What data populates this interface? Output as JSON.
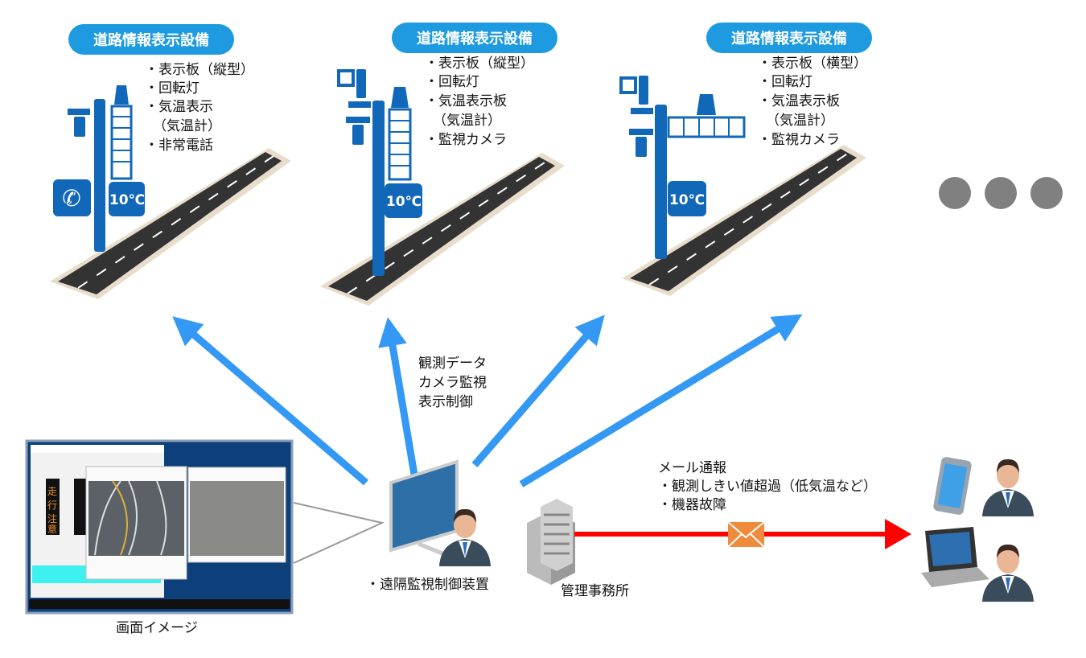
{
  "stations": [
    {
      "title": "道路情報表示設備",
      "items": [
        "・表示板（縦型）",
        "・回転灯",
        "・気温表示",
        "（気温計）",
        "・非常電話"
      ],
      "temp": "10℃"
    },
    {
      "title": "道路情報表示設備",
      "items": [
        "・表示板（縦型）",
        "・回転灯",
        "・気温表示板",
        "（気温計）",
        "・監視カメラ"
      ],
      "temp": "10℃"
    },
    {
      "title": "道路情報表示設備",
      "items": [
        "・表示板（横型）",
        "・回転灯",
        "・気温表示板",
        "（気温計）",
        "・監視カメラ"
      ],
      "temp": "10℃"
    }
  ],
  "link_labels": [
    "観測データ",
    "カメラ監視",
    "表示制御"
  ],
  "screen": {
    "caption": "画面イメージ",
    "sign_chars": [
      "走",
      "行",
      "注",
      "意"
    ]
  },
  "controller_label": "・遠隔監視制御装置",
  "office_label": "管理事務所",
  "mail": [
    "メール通報",
    "・観測しきい値超過（低気温など）",
    "・機器故障"
  ],
  "colors": {
    "accent": "#1e9be0",
    "pole": "#1268b8",
    "arrow": "#3399f5",
    "mail": "#ff0000"
  }
}
